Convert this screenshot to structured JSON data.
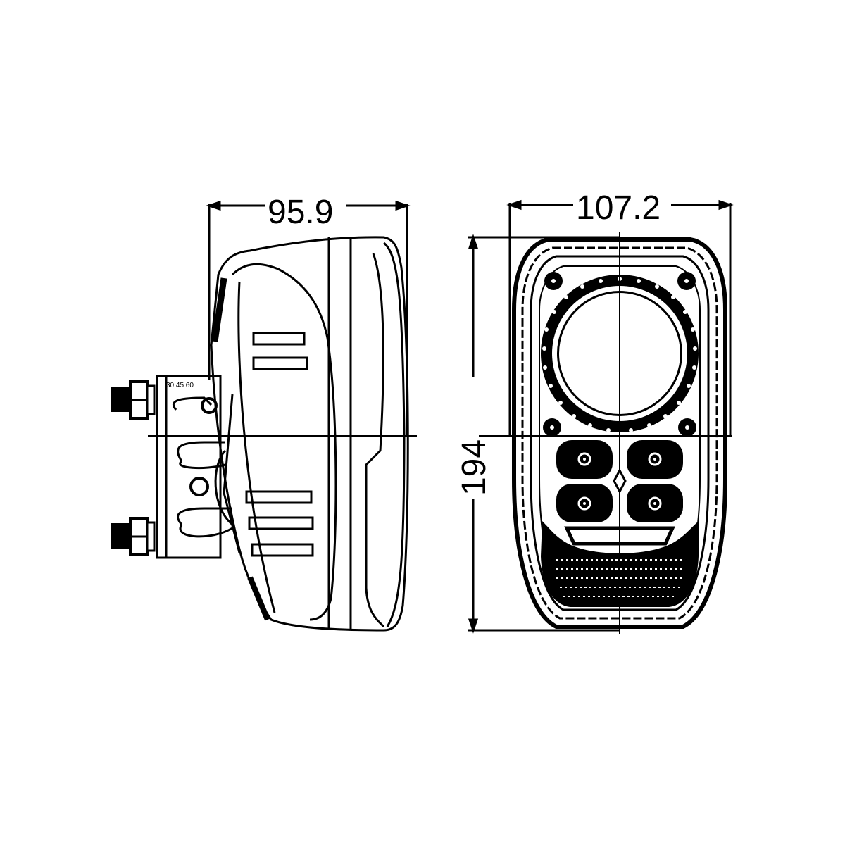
{
  "drawing": {
    "type": "technical-dimension-drawing",
    "subject": "lamp",
    "views": [
      {
        "name": "side-view",
        "dimension_label": "95.9",
        "dimension_axis": "width"
      },
      {
        "name": "front-view",
        "dimension_labels": {
          "width": "107.2",
          "height": "194"
        }
      }
    ]
  },
  "dimensions": {
    "side_width": "95.9",
    "front_width": "107.2",
    "front_height": "194"
  },
  "colors": {
    "line": "#000000",
    "background": "#ffffff"
  }
}
